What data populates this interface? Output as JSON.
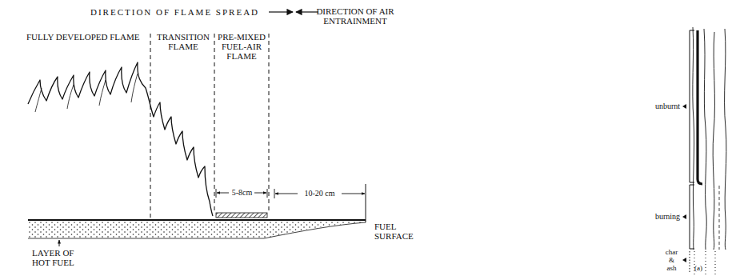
{
  "diagram": {
    "labels": [
      "DIRECTION OF FLAME SPREAD",
      "DIRECTION OF AIR ENTRAINMENT",
      "FULLY DEVELOPED FLAME",
      "TRANSITION FLAME",
      "PRE-MIXED FUEL-AIR FLAME",
      "5-8cm",
      "10-20 cm",
      "FUEL SURFACE",
      "LAYER OF HOT FUEL",
      "unburnt",
      "burning",
      "char & ash",
      "(a)"
    ]
  }
}
